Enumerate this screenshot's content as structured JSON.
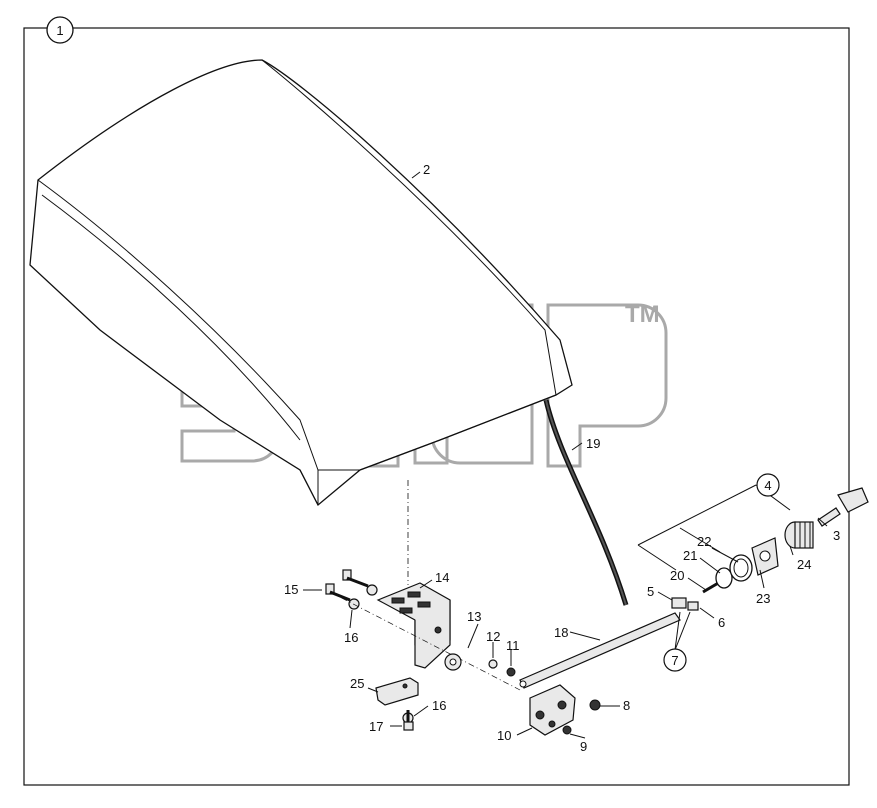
{
  "diagram": {
    "frame_number": "1",
    "watermark_trademark": "TM",
    "watermark_logo": "company watermark logo",
    "callouts": {
      "c2": "2",
      "c3": "3",
      "c4": "4",
      "c5": "5",
      "c6": "6",
      "c7": "7",
      "c8": "8",
      "c9": "9",
      "c10": "10",
      "c11": "11",
      "c12": "12",
      "c13": "13",
      "c14": "14",
      "c15": "15",
      "c16a": "16",
      "c16b": "16",
      "c17": "17",
      "c18": "18",
      "c19": "19",
      "c20": "20",
      "c21": "21",
      "c22": "22",
      "c23": "23",
      "c24": "24",
      "c25": "25"
    }
  }
}
